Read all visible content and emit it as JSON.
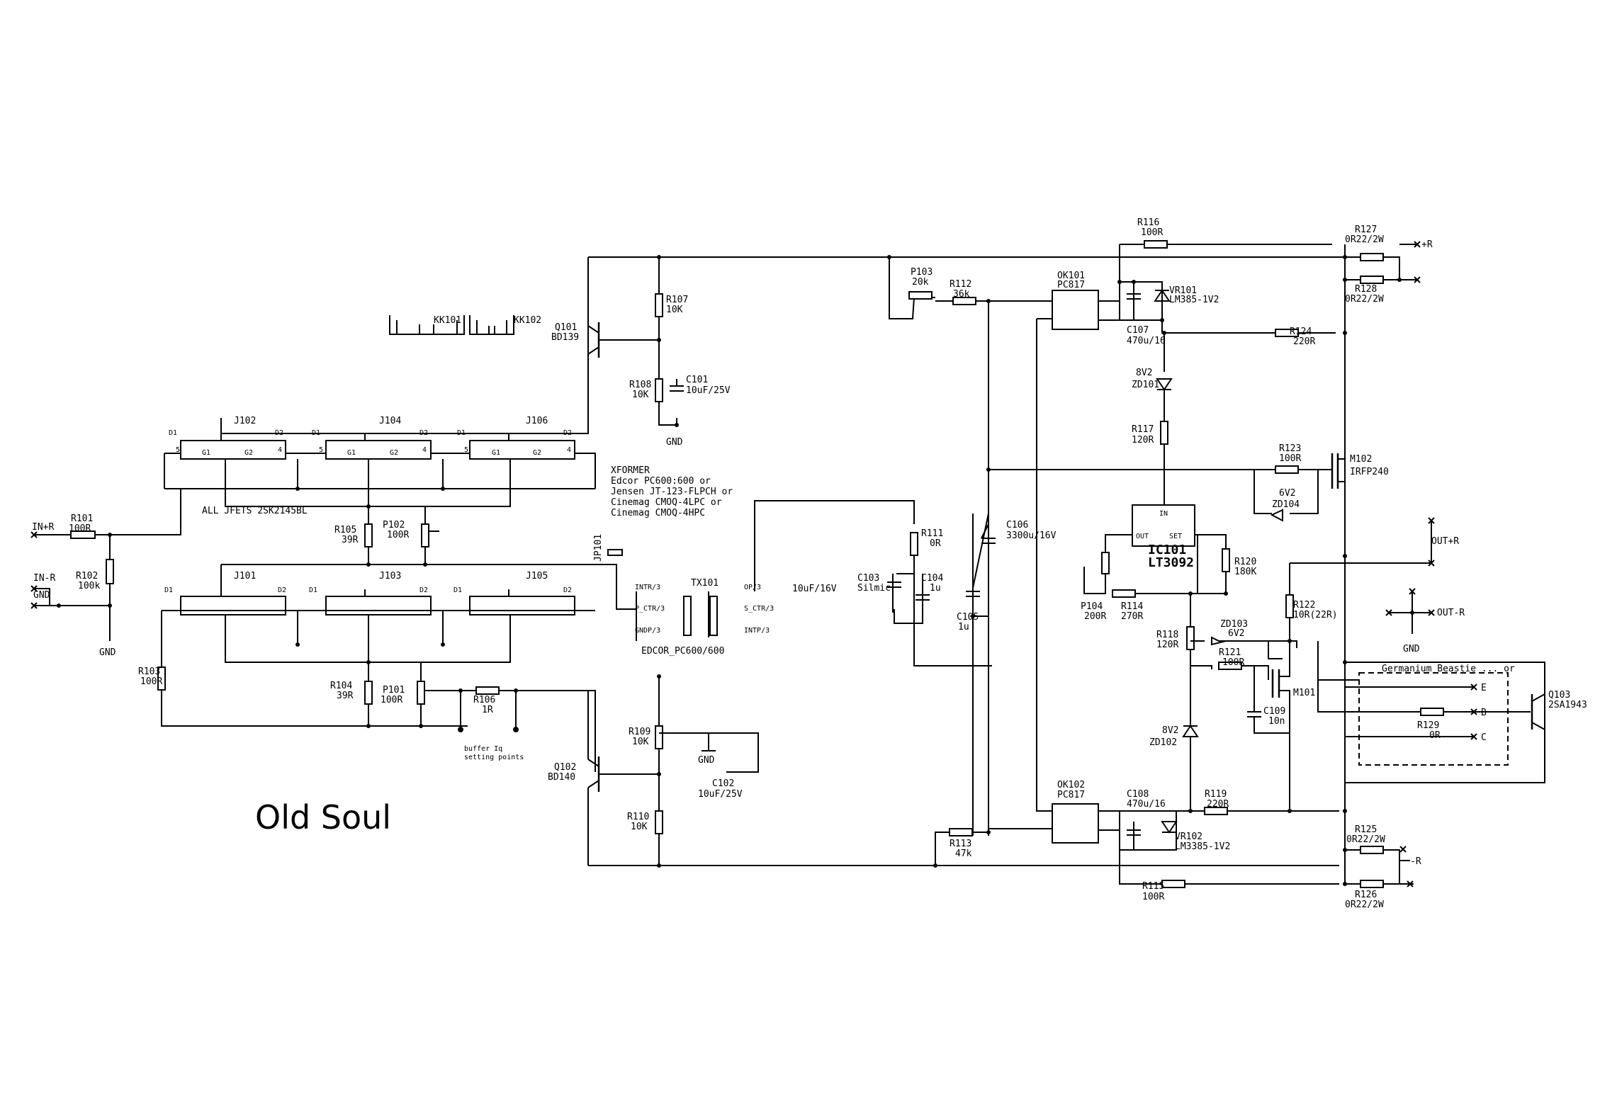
{
  "title": "Old Soul",
  "note": "ALL JFETS 2SK2145BL",
  "xformer": [
    "XFORMER",
    "Edcor PC600:600 or",
    "Jensen JT-123-FLPCH or",
    "Cinemag CMOQ-4LPC or",
    "Cinemag CMOQ-4HPC"
  ],
  "buffer_note": [
    "buffer Iq",
    "setting points"
  ],
  "germanium": "Germanium Beastie ... or",
  "ports": {
    "in_r_pos": "IN+R",
    "in_r_neg": "IN-R",
    "gnd_in": "GND",
    "plus_r": "+R",
    "minus_r": "-R",
    "out_plus_r": "OUT+R",
    "out_minus_r": "OUT-R",
    "gnd": "GND",
    "e": "E",
    "b": "B",
    "c": "C"
  },
  "resistors": {
    "r101": [
      "R101",
      "100R"
    ],
    "r102": [
      "R102",
      "100k"
    ],
    "r103": [
      "R103",
      "100R"
    ],
    "r104": [
      "R104",
      "39R"
    ],
    "r105": [
      "R105",
      "39R"
    ],
    "r106": [
      "R106",
      "1R"
    ],
    "r107": [
      "R107",
      "10K"
    ],
    "r108": [
      "R108",
      "10K"
    ],
    "r109": [
      "R109",
      "10K"
    ],
    "r110": [
      "R110",
      "10K"
    ],
    "r111": [
      "R111",
      "0R"
    ],
    "r112": [
      "R112",
      "36k"
    ],
    "r113": [
      "R113",
      "47k"
    ],
    "r114": [
      "R114",
      "270R"
    ],
    "r115": [
      "R115",
      "100R"
    ],
    "r116": [
      "R116",
      "100R"
    ],
    "r117": [
      "R117",
      "120R"
    ],
    "r118": [
      "R118",
      "120R"
    ],
    "r119": [
      "R119",
      "220R"
    ],
    "r120": [
      "R120",
      "180K"
    ],
    "r121": [
      "R121",
      "100R"
    ],
    "r122": [
      "R122",
      "10R(22R)"
    ],
    "r123": [
      "R123",
      "100R"
    ],
    "r124": [
      "R124",
      "220R"
    ],
    "r125": [
      "R125",
      "0R22/2W"
    ],
    "r126": [
      "R126",
      "0R22/2W"
    ],
    "r127": [
      "R127",
      "0R22/2W"
    ],
    "r128": [
      "R128",
      "0R22/2W"
    ],
    "r129": [
      "R129",
      "0R"
    ]
  },
  "pots": {
    "p101": [
      "P101",
      "100R"
    ],
    "p102": [
      "P102",
      "100R"
    ],
    "p103": [
      "P103",
      "20k"
    ],
    "p104": [
      "P104",
      "200R"
    ]
  },
  "capacitors": {
    "c101": [
      "C101",
      "10uF/25V"
    ],
    "c102": [
      "C102",
      "10uF/25V"
    ],
    "c103": [
      "C103",
      "Silmic"
    ],
    "c103v": "10uF/16V",
    "c104": [
      "C104",
      "1u"
    ],
    "c105": [
      "C105",
      "1u"
    ],
    "c106": [
      "C106",
      "3300u/16V"
    ],
    "c107": [
      "C107",
      "470u/16"
    ],
    "c108": [
      "C108",
      "470u/16"
    ],
    "c109": [
      "C109",
      "10n"
    ]
  },
  "semis": {
    "q101": [
      "Q101",
      "BD139"
    ],
    "q102": [
      "Q102",
      "BD140"
    ],
    "q103": [
      "Q103",
      "2SA1943"
    ],
    "m101": "M101",
    "m102": [
      "M102",
      "IRFP240"
    ],
    "vr101": [
      "VR101",
      "LM385-1V2"
    ],
    "vr102": [
      "VR102",
      "LM3385-1V2"
    ],
    "zd101": [
      "8V2",
      "ZD101"
    ],
    "zd102": [
      "8V2",
      "ZD102"
    ],
    "zd103": [
      "ZD103",
      "6V2"
    ],
    "zd104": [
      "6V2",
      "ZD104"
    ],
    "ok101": [
      "OK101",
      "PC817"
    ],
    "ok102": [
      "OK102",
      "PC817"
    ],
    "ic101": [
      "IC101",
      "LT3092"
    ],
    "jp101": "JP101",
    "tx101": "TX101",
    "tx_name": "EDCOR_PC600/600",
    "kk101": "KK101",
    "kk102": "KK102"
  },
  "jfets": [
    "J101",
    "J102",
    "J103",
    "J104",
    "J105",
    "J106"
  ]
}
